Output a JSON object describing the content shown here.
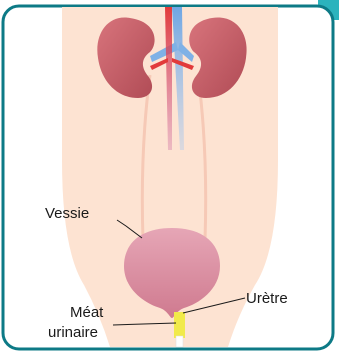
{
  "labels": {
    "bladder": "Vessie",
    "urethra": "Urètre",
    "meatus_line1": "Méat",
    "meatus_line2": "urinaire"
  },
  "colors": {
    "frame_border": "#0d7a86",
    "corner_accent": "#2bb3bd",
    "body_skin": "#fde3d2",
    "kidney": "#c65a63",
    "bladder": "#d98a9c",
    "urethra": "#f1ea4a",
    "aorta": "#e23a3a",
    "vena_cava": "#7fb1e6",
    "ureter": "#f6c9b6"
  }
}
